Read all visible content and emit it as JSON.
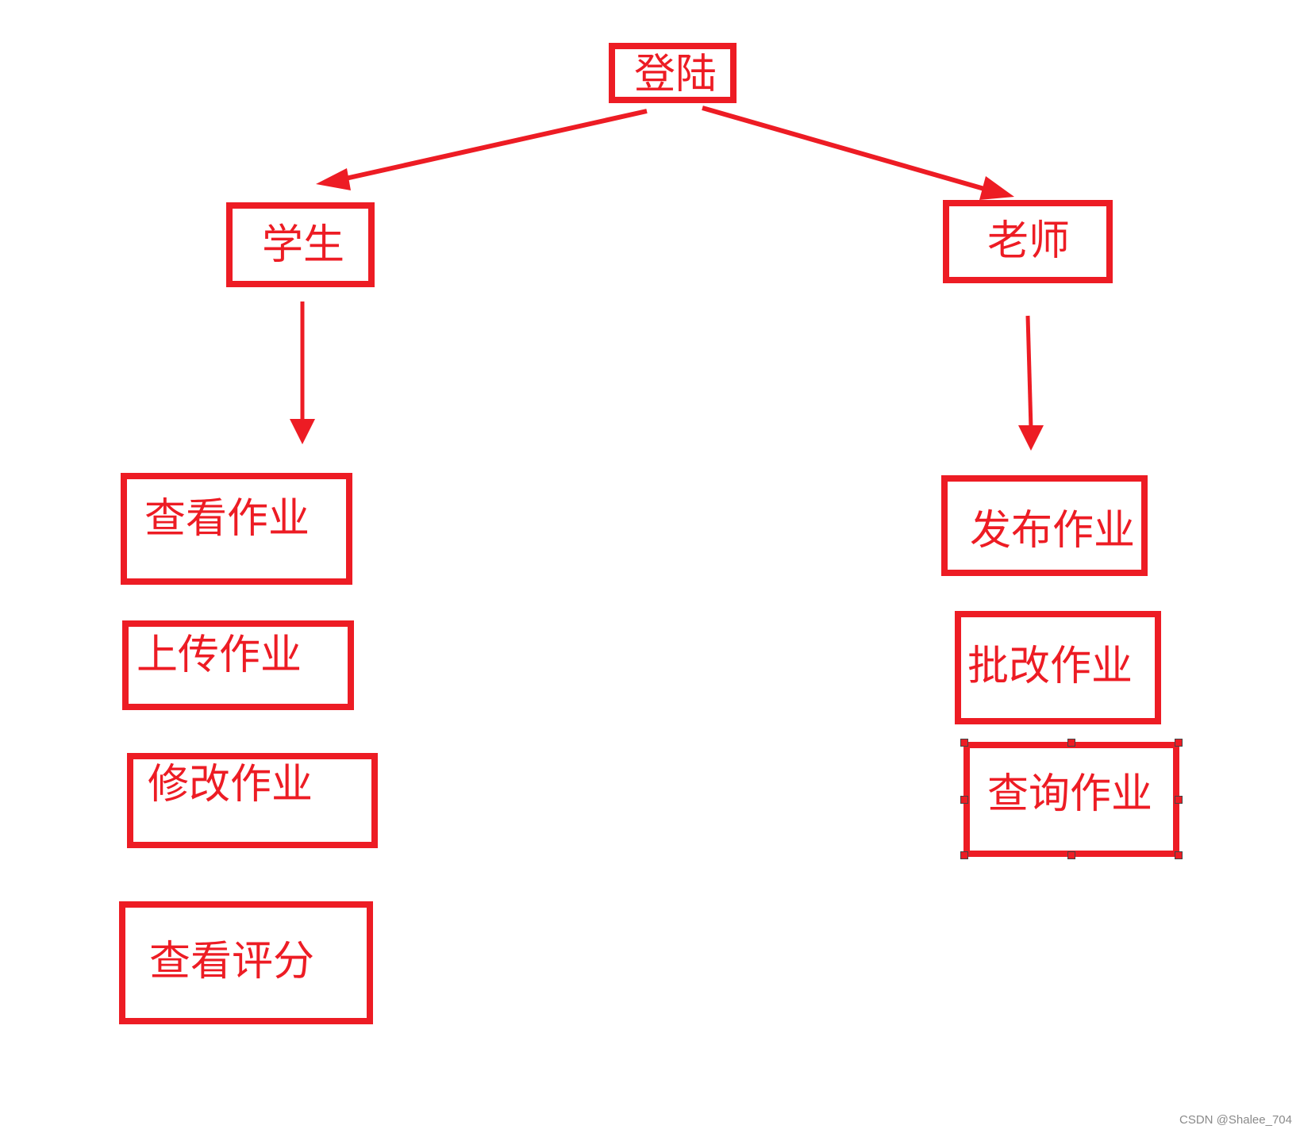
{
  "colors": {
    "stroke": "#ed1c24",
    "background": "#ffffff",
    "watermark": "#8a8a8a"
  },
  "nodes": {
    "root": "登陆",
    "student": "学生",
    "teacher": "老师",
    "student_view_homework": "查看作业",
    "student_upload_homework": "上传作业",
    "student_edit_homework": "修改作业",
    "student_view_score": "查看评分",
    "teacher_publish_homework": "发布作业",
    "teacher_grade_homework": "批改作业",
    "teacher_query_homework": "查询作业"
  },
  "watermark": "CSDN @Shalee_704"
}
